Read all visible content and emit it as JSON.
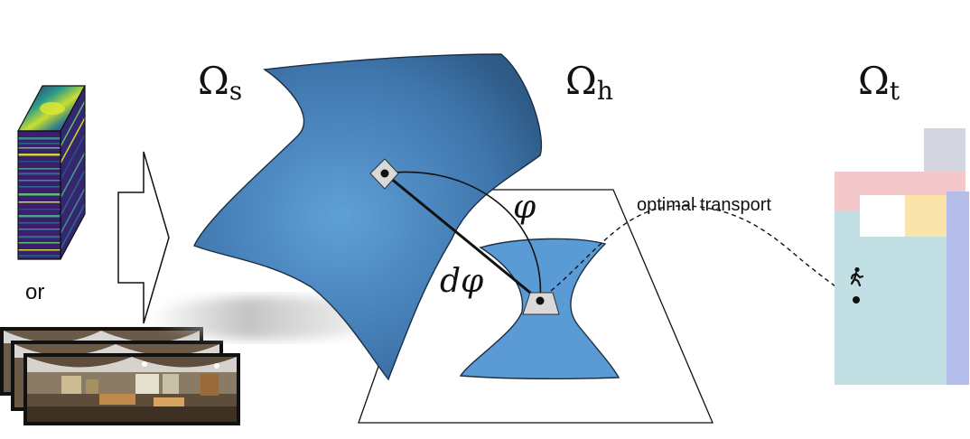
{
  "labels": {
    "omega_s": "Ω",
    "omega_s_sub": "s",
    "omega_h": "Ω",
    "omega_h_sub": "h",
    "omega_t": "Ω",
    "omega_t_sub": "t",
    "phi": "φ",
    "d_phi": "dφ",
    "or": "or",
    "optimal_transport": "optimal transport"
  },
  "icons": {
    "walker": "person-walking-icon",
    "arrow": "hollow-right-arrow-icon"
  },
  "colors": {
    "manifold_dark": "#2e5a86",
    "manifold_light": "#5b9bd5",
    "hyperbolic_fill": "#5b9bd5",
    "plan_teal": "#c2dfe3",
    "plan_pink": "#f4c7cb",
    "plan_yellow": "#fbe4ab",
    "plan_purple": "#b4bdea",
    "plan_gray": "#d3d6e0"
  }
}
